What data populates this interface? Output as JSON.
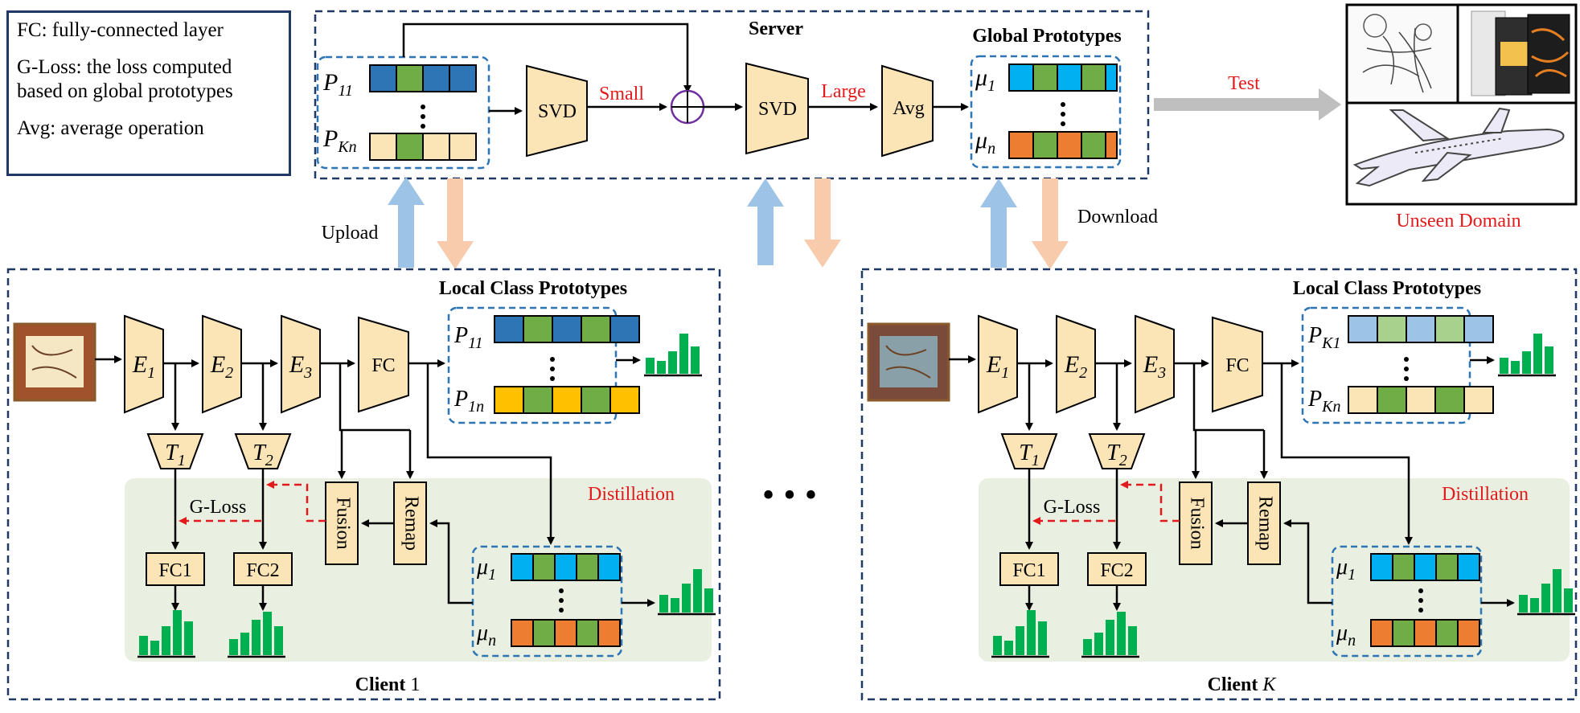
{
  "legend": {
    "fc": "FC: fully-connected layer",
    "gloss_line1": "G-Loss: the loss computed",
    "gloss_line2": "based on global prototypes",
    "avg": "Avg: average operation"
  },
  "server": {
    "title": "Server",
    "global_prototypes": "Global Prototypes",
    "svd1": "SVD",
    "svd2": "SVD",
    "small": "Small",
    "large": "Large",
    "avg": "Avg",
    "p_top": "P",
    "p_top_sub": "11",
    "p_bottom": "P",
    "p_bottom_sub": "Kn",
    "mu_top": "μ",
    "mu_top_sub": "1",
    "mu_bottom": "μ",
    "mu_bottom_sub": "n"
  },
  "flow": {
    "upload": "Upload",
    "download": "Download",
    "test": "Test",
    "unseen_domain": "Unseen Domain",
    "ellipsis": "• • •"
  },
  "client1": {
    "title": "Client",
    "title_index": "1",
    "local_prototypes": "Local Class Prototypes",
    "e1": "E",
    "e1_sub": "1",
    "e2": "E",
    "e2_sub": "2",
    "e3": "E",
    "e3_sub": "3",
    "fc": "FC",
    "t1": "T",
    "t1_sub": "1",
    "t2": "T",
    "t2_sub": "2",
    "fusion": "Fusion",
    "remap": "Remap",
    "distillation": "Distillation",
    "g_loss": "G-Loss",
    "fc1": "FC1",
    "fc2": "FC2",
    "p_top": "P",
    "p_top_sub": "11",
    "p_bottom": "P",
    "p_bottom_sub": "1n",
    "mu_top": "μ",
    "mu_top_sub": "1",
    "mu_bottom": "μ",
    "mu_bottom_sub": "n"
  },
  "clientK": {
    "title": "Client",
    "title_index": "K",
    "local_prototypes": "Local Class Prototypes",
    "e1": "E",
    "e1_sub": "1",
    "e2": "E",
    "e2_sub": "2",
    "e3": "E",
    "e3_sub": "3",
    "fc": "FC",
    "t1": "T",
    "t1_sub": "1",
    "t2": "T",
    "t2_sub": "2",
    "fusion": "Fusion",
    "remap": "Remap",
    "distillation": "Distillation",
    "g_loss": "G-Loss",
    "fc1": "FC1",
    "fc2": "FC2",
    "p_top": "P",
    "p_top_sub": "K1",
    "p_bottom": "P",
    "p_bottom_sub": "Kn",
    "mu_top": "μ",
    "mu_top_sub": "1",
    "mu_bottom": "μ",
    "mu_bottom_sub": "n"
  },
  "colors": {
    "dashed_border": "#1f3864",
    "prototype_border": "#2e75b6",
    "module_fill": "#fbe5b6",
    "distill_bg": "#e9f0e1",
    "accent_red": "#e31a1c",
    "upload_arrow": "#9dc3e6",
    "download_arrow": "#f8cbad",
    "test_arrow": "#bfbfbf",
    "bar_green": "#00b050",
    "cell_blue": "#2e75b6",
    "cell_green": "#70ad47",
    "cell_yellow": "#fbe5b6",
    "cell_gold": "#ffc000",
    "cell_cyan": "#00b0f0",
    "cell_orange": "#ed7d31",
    "cell_lightblue": "#9dc3e6",
    "cell_lightgreen": "#a9d18e",
    "circle_purple": "#7030a0"
  }
}
